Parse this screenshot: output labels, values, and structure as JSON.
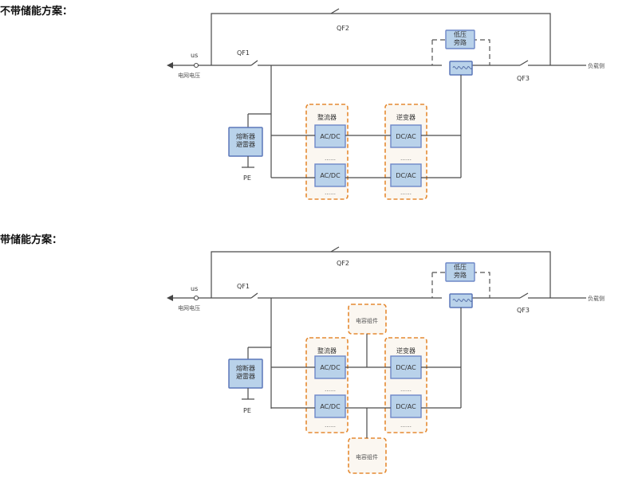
{
  "sections": [
    {
      "title": "不带储能方案：",
      "labels": {
        "qf2": "QF2",
        "us": "us",
        "grid": "电网电压",
        "qf1": "QF1",
        "load": "负载侧",
        "qf3": "QF3",
        "bypass": "低压旁路",
        "fuse": "熔断器避雷器",
        "pe": "PE",
        "rectifier": "整流器",
        "inverter": "逆变器",
        "ac_dc": "AC/DC",
        "dc_ac": "DC/AC",
        "dots": "……"
      }
    },
    {
      "title": "带储能方案：",
      "labels": {
        "qf2": "QF2",
        "us": "us",
        "grid": "电网电压",
        "qf1": "QF1",
        "load": "负载侧",
        "qf3": "QF3",
        "bypass": "低压旁路",
        "fuse": "熔断器避雷器",
        "pe": "PE",
        "rectifier": "整流器",
        "inverter": "逆变器",
        "ac_dc": "AC/DC",
        "dc_ac": "DC/AC",
        "dots": "……",
        "cap_top": "电容组件",
        "cap_bottom": "电容组件"
      }
    }
  ]
}
